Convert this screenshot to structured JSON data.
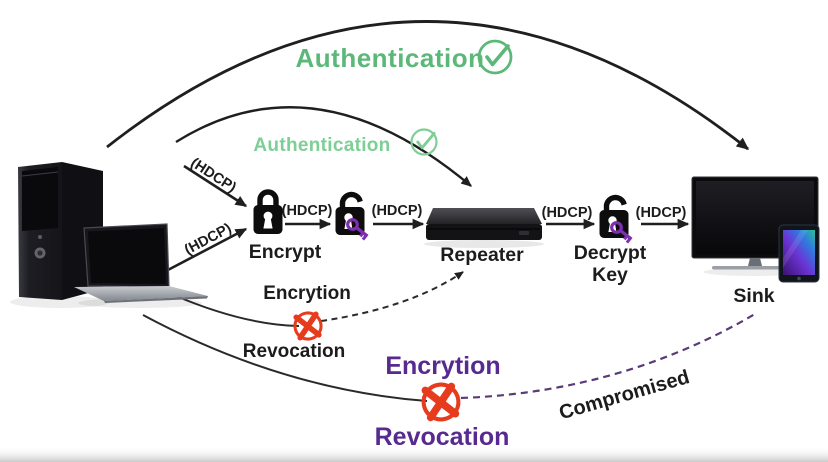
{
  "diagram": {
    "labels": {
      "authentication_top": "Authentication",
      "authentication_inner": "Authentication",
      "hdcp": "(HDCP)",
      "encrypt": "Encrypt",
      "repeater": "Repeater",
      "decrypt_line1": "Decrypt",
      "decrypt_line2": "Key",
      "sink": "Sink",
      "encrytion_mid": "Encrytion",
      "revocation_mid": "Revocation",
      "encrytion_bottom": "Encrytion",
      "revocation_bottom": "Revocation",
      "compromised": "Compromised"
    },
    "colors": {
      "auth_green": "#5cb878",
      "auth_green_light": "#7dcf95",
      "revocation_purple": "#562a8e",
      "x_red": "#e73b1e",
      "key_purple": "#7d2fb0",
      "dashed_purple": "#5a3b78",
      "line_black": "#1f1f1f"
    },
    "icons": {
      "check": "circled-checkmark",
      "revoked": "circled-x",
      "locked": "closed-padlock",
      "unlocked_with_key": "open-padlock-with-key",
      "source_devices": "desktop-tower-and-laptop",
      "repeater_device": "media-player-box",
      "sink_devices": "tv-and-tablet"
    }
  }
}
